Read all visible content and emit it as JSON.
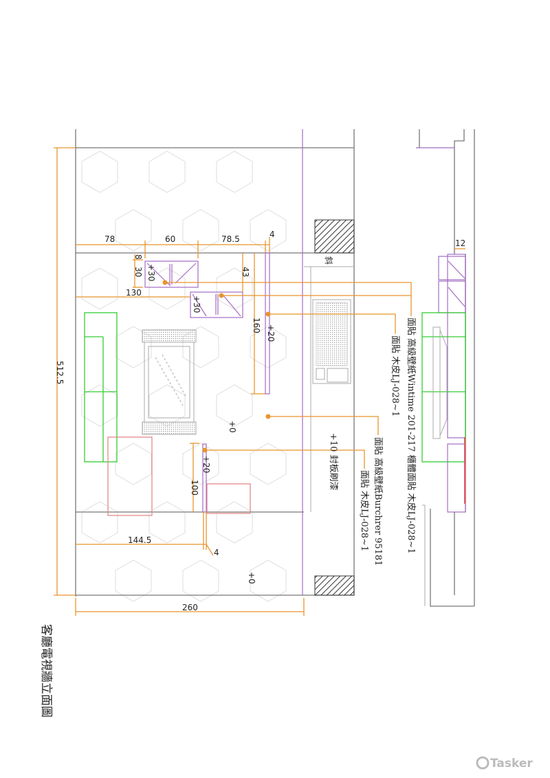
{
  "drawing": {
    "title": "客廳電視牆立面圖",
    "dimensions": {
      "total_height": "512.5",
      "total_width": "260",
      "top_seg_1": "78",
      "top_seg_2": "60",
      "top_seg_3": "78.5",
      "top_seg_4": "4",
      "cab_offset": "8",
      "cab_height": "30",
      "cab2_left": "130",
      "cab2_top": "43",
      "panel_height": "160",
      "lower_left": "144.5",
      "lower_gap": "4",
      "lower_height": "100",
      "side_depth": "12"
    },
    "levels": {
      "cab1": "+30",
      "cab2": "+30",
      "panel": "+20",
      "lower_panel": "+20",
      "wall": "+0",
      "floor": "+0"
    },
    "tags": {
      "slant": "斜"
    },
    "notes": [
      "面貼 高級壁紙Wintime 201-217 櫃體面貼 木皮LJ-028~1",
      "面貼 木皮LJ-028~1",
      "面貼 高級壁紙Burchrer 95181",
      "面貼 木皮LJ-028~1",
      "+10 封板刷漆"
    ]
  },
  "watermark": "Tasker",
  "colors": {
    "dimension": "#e8952c",
    "cabinet": "#a46bc4",
    "sofa": "#33cc33",
    "furniture": "#e38a8a"
  }
}
